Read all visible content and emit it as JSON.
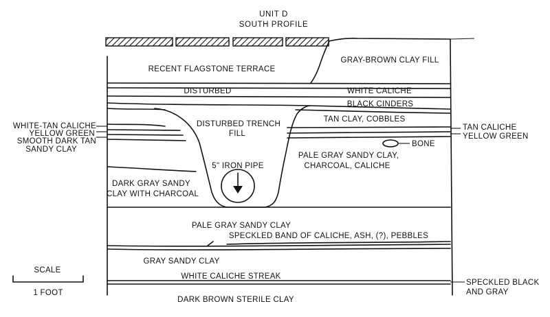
{
  "title": {
    "line1": "UNIT D",
    "line2": "SOUTH PROFILE"
  },
  "layers": {
    "flagstone": "RECENT FLAGSTONE TERRACE",
    "gray_brown_fill": "GRAY-BROWN CLAY FILL",
    "disturbed": "DISTURBED",
    "white_caliche": "WHITE CALICHE",
    "black_cinders": "BLACK CINDERS",
    "trench_fill_1": "DISTURBED TRENCH",
    "trench_fill_2": "FILL",
    "tan_clay": "TAN CLAY, COBBLES",
    "bone": "BONE",
    "pale_gray_1": "PALE GRAY SANDY CLAY,",
    "pale_gray_2": "CHARCOAL, CALICHE",
    "iron_pipe": "5\" IRON PIPE",
    "dark_gray_1": "DARK GRAY SANDY",
    "dark_gray_2": "CLAY WITH CHARCOAL",
    "pale_gray_sandy": "PALE GRAY SANDY CLAY",
    "speckled_band": "SPECKLED BAND OF CALICHE, ASH, (?), PEBBLES",
    "gray_sandy": "GRAY SANDY CLAY",
    "white_streak": "WHITE CALICHE STREAK",
    "dark_brown": "DARK BROWN STERILE CLAY"
  },
  "left_labels": {
    "white_tan": "WHITE-TAN CALICHE",
    "yellow_green": "YELLOW GREEN",
    "smooth_dark_1": "SMOOTH DARK TAN",
    "smooth_dark_2": "SANDY CLAY"
  },
  "right_labels": {
    "tan_caliche": "TAN CALICHE",
    "yellow_green": "YELLOW GREEN",
    "speckled_1": "SPECKLED BLACK",
    "speckled_2": "AND GRAY"
  },
  "scale": {
    "label": "SCALE",
    "value": "1 FOOT"
  }
}
